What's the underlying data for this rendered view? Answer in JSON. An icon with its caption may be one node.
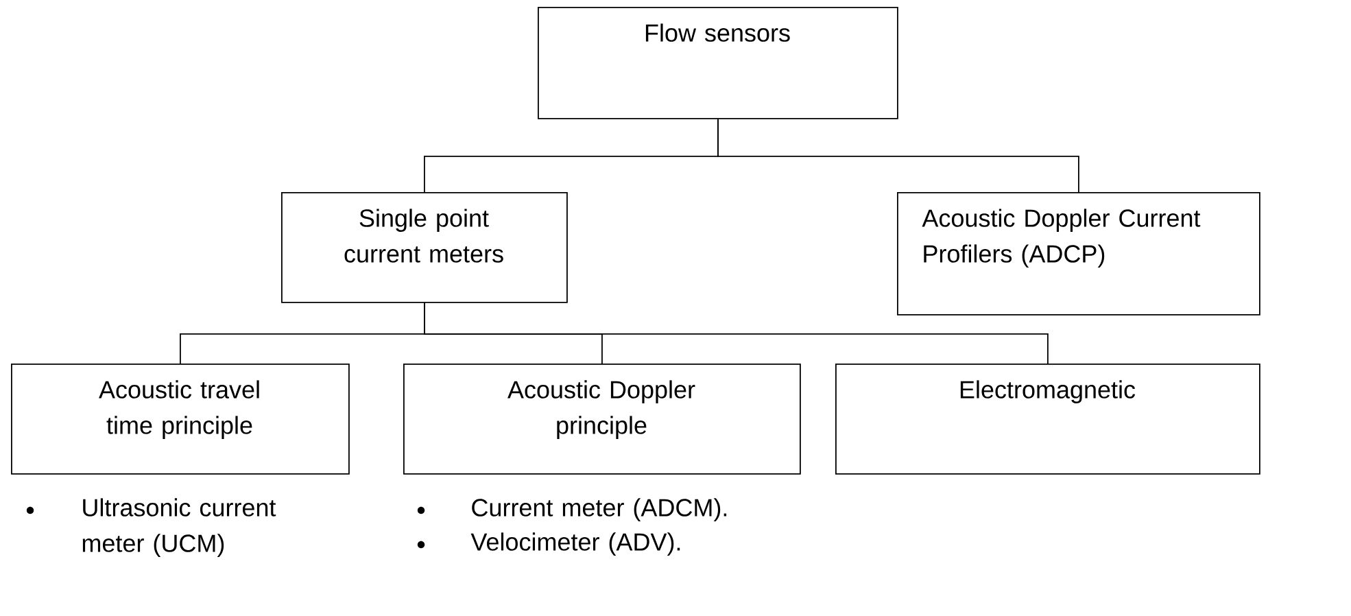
{
  "diagram": {
    "nodes": [
      {
        "text": [
          "Flow sensors"
        ]
      },
      {
        "text": [
          "Single point current meters"
        ]
      },
      {
        "text": [
          "Acoustic Doppler Current Profilers (ADCP)"
        ]
      },
      {
        "text": [
          "Acoustic travel time principle"
        ],
        "beside": [
          "Ultrasonic current meter (UCM)"
        ]
      },
      {
        "text": [
          "Acoustic Doppler principle"
        ],
        "beside": [
          "Current meter (ADCM).",
          "Velocimeter (ADV)."
        ]
      },
      {
        "text": [
          "Electromagnetic"
        ]
      }
    ],
    "edges": [
      {
        "from": 0,
        "to": 1,
        "arrow": "none"
      },
      {
        "from": 0,
        "to": 2,
        "arrow": "none"
      },
      {
        "from": 1,
        "to": 3,
        "arrow": "none"
      },
      {
        "from": 1,
        "to": 4,
        "arrow": "none"
      },
      {
        "from": 1,
        "to": 5,
        "arrow": "none"
      }
    ]
  }
}
